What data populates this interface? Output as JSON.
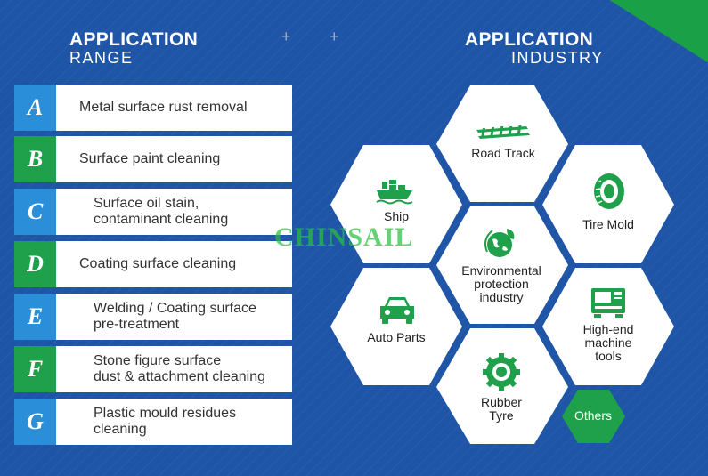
{
  "left_heading": {
    "line1": "APPLICATION",
    "line2": "RANGE"
  },
  "right_heading": {
    "line1": "APPLICATION",
    "line2": "INDUSTRY"
  },
  "decor": {
    "plus": "+"
  },
  "range": [
    {
      "letter": "A",
      "text": "Metal surface rust removal",
      "tab_color": "blue"
    },
    {
      "letter": "B",
      "text": "Surface paint cleaning",
      "tab_color": "green"
    },
    {
      "letter": "C",
      "text": "Surface oil stain,\ncontaminant cleaning",
      "tab_color": "blue"
    },
    {
      "letter": "D",
      "text": "Coating surface cleaning",
      "tab_color": "green"
    },
    {
      "letter": "E",
      "text": "Welding / Coating surface\npre-treatment",
      "tab_color": "blue"
    },
    {
      "letter": "F",
      "text": "Stone figure surface\ndust & attachment cleaning",
      "tab_color": "green"
    },
    {
      "letter": "G",
      "text": "Plastic mould residues\ncleaning",
      "tab_color": "blue"
    }
  ],
  "industries": [
    {
      "label": "Road Track",
      "icon": "road-track-icon"
    },
    {
      "label": "Ship",
      "icon": "ship-icon"
    },
    {
      "label": "Tire Mold",
      "icon": "tire-icon"
    },
    {
      "label": "Environmental\nprotection\nindustry",
      "icon": "globe-leaf-icon"
    },
    {
      "label": "Auto Parts",
      "icon": "car-icon"
    },
    {
      "label": "High-end\nmachine\ntools",
      "icon": "machine-tool-icon"
    },
    {
      "label": "Rubber\nTyre",
      "icon": "gear-tyre-icon"
    },
    {
      "label": "Others",
      "icon": "none"
    }
  ],
  "watermark": "CHINSAIL",
  "colors": {
    "background": "#1f55a6",
    "green": "#1fa04b",
    "light_blue": "#2a8fd8",
    "white": "#ffffff"
  }
}
